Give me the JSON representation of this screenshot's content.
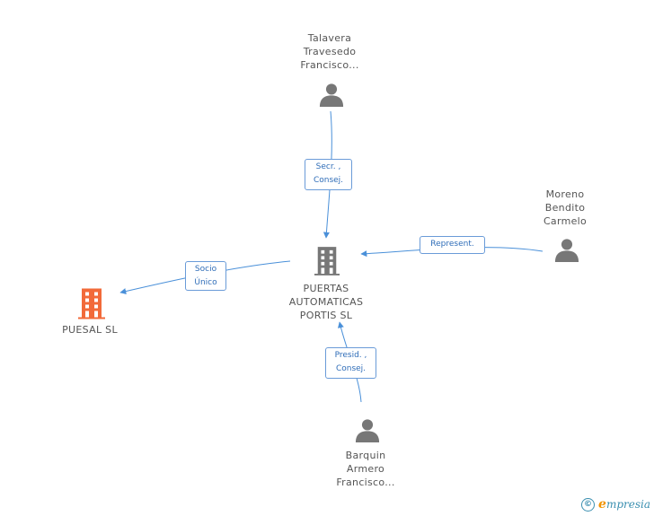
{
  "nodes": {
    "puertas": {
      "label_lines": [
        "PUERTAS",
        "AUTOMATICAS",
        "PORTIS SL"
      ],
      "icon": "building-icon",
      "color": "#777777"
    },
    "puesal": {
      "label_lines": [
        "PUESAL SL"
      ],
      "icon": "building-icon",
      "color": "#f26a3a"
    },
    "talavera": {
      "label_lines": [
        "Talavera",
        "Travesedo",
        "Francisco..."
      ],
      "icon": "person-icon",
      "color": "#777777"
    },
    "moreno": {
      "label_lines": [
        "Moreno",
        "Bendito",
        "Carmelo"
      ],
      "icon": "person-icon",
      "color": "#777777"
    },
    "barquin": {
      "label_lines": [
        "Barquin",
        "Armero",
        "Francisco..."
      ],
      "icon": "person-icon",
      "color": "#777777"
    }
  },
  "edges": {
    "talavera_puertas": {
      "label_lines": [
        "Secr. ,",
        "Consej."
      ]
    },
    "moreno_puertas": {
      "label_lines": [
        "Represent."
      ]
    },
    "barquin_puertas": {
      "label_lines": [
        "Presid. ,",
        "Consej."
      ]
    },
    "puertas_puesal": {
      "label_lines": [
        "Socio",
        "Único"
      ]
    }
  },
  "colors": {
    "edge": "#4a90d9",
    "edge_label_border": "#6a9bd8",
    "edge_label_text": "#2f6db8"
  },
  "footer": {
    "copyright_symbol": "©",
    "brand_initial": "e",
    "brand_rest": "mpresia"
  }
}
